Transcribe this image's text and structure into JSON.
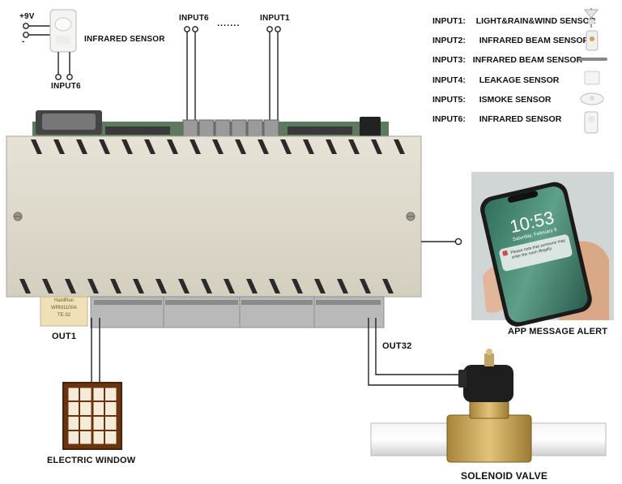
{
  "power": {
    "plus": "+9V",
    "minus": "-"
  },
  "infrared_top": {
    "label": "INFRARED SENSOR",
    "input_label": "INPUT6"
  },
  "inputs_top": {
    "left": "INPUT6",
    "dots": ".......",
    "right": "INPUT1"
  },
  "legend": [
    {
      "key": "INPUT1:",
      "value": "LIGHT&RAIN&WIND SENSOR",
      "icon": "weather-station-icon"
    },
    {
      "key": "INPUT2:",
      "value": "INFRARED BEAM SENSOR",
      "icon": "beam-sensor-icon"
    },
    {
      "key": "INPUT3:",
      "value": "INFRARED BEAM SENSOR",
      "icon": "beam-bar-icon"
    },
    {
      "key": "INPUT4:",
      "value": "LEAKAGE SENSOR",
      "icon": "leak-sensor-icon"
    },
    {
      "key": "INPUT5:",
      "value": "ISMOKE SENSOR",
      "icon": "smoke-detector-icon"
    },
    {
      "key": "INPUT6:",
      "value": "INFRARED SENSOR",
      "icon": "pir-sensor-icon"
    }
  ],
  "board_label": {
    "line1": "HardRun",
    "line2": "WRM1100A",
    "line3": "TE-32"
  },
  "out1": "OUT1",
  "out32": "OUT32",
  "window_label": "ELECTRIC WINDOW",
  "valve_label": "SOLENOID VALVE",
  "app_alert_label": "APP MESSAGE ALERT",
  "phone": {
    "time": "10:53",
    "date": "Saturday, February 8",
    "notification": "Please note that someone may enter the room illegally"
  }
}
